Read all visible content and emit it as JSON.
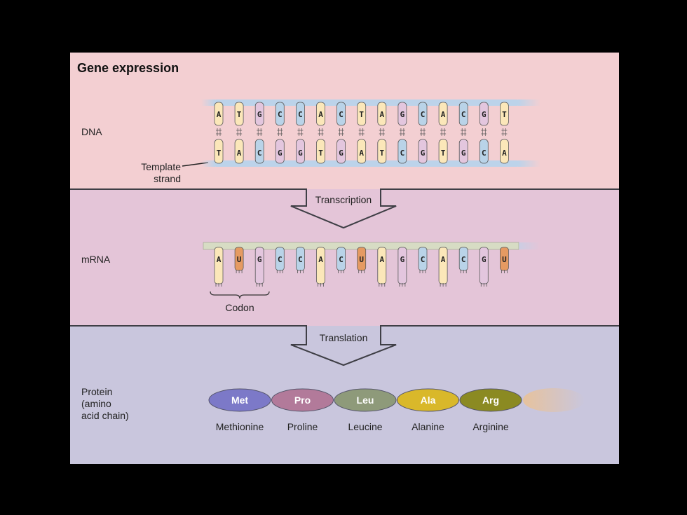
{
  "title": "Gene expression",
  "labels": {
    "dna": "DNA",
    "template_line1": "Template",
    "template_line2": "strand",
    "mrna": "mRNA",
    "codon": "Codon",
    "protein_line1": "Protein",
    "protein_line2": "(amino",
    "protein_line3": "acid chain)"
  },
  "steps": {
    "transcription": "Transcription",
    "translation": "Translation"
  },
  "dna": {
    "top": [
      "A",
      "T",
      "G",
      "C",
      "C",
      "A",
      "C",
      "T",
      "A",
      "G",
      "C",
      "A",
      "C",
      "G",
      "T"
    ],
    "bottom": [
      "T",
      "A",
      "C",
      "G",
      "G",
      "T",
      "G",
      "A",
      "T",
      "C",
      "G",
      "T",
      "G",
      "C",
      "A"
    ]
  },
  "mrna": [
    "A",
    "U",
    "G",
    "C",
    "C",
    "A",
    "C",
    "U",
    "A",
    "G",
    "C",
    "A",
    "C",
    "G",
    "U"
  ],
  "amino_acids": [
    {
      "abbr": "Met",
      "name": "Methionine",
      "color": "#7c79c8"
    },
    {
      "abbr": "Pro",
      "name": "Proline",
      "color": "#b27a9a"
    },
    {
      "abbr": "Leu",
      "name": "Leucine",
      "color": "#8e9a7a"
    },
    {
      "abbr": "Ala",
      "name": "Alanine",
      "color": "#d9b82a"
    },
    {
      "abbr": "Arg",
      "name": "Arginine",
      "color": "#8b8a22"
    }
  ],
  "colors": {
    "panel_dna": "#f3cfd2",
    "panel_mrna": "#e4c5d8",
    "panel_protein": "#c9c6dd",
    "base_A": "#fbe7b9",
    "base_T": "#fbe7b9",
    "base_U": "#e59a62",
    "base_G": "#e3c6de",
    "base_C": "#b9d3e8",
    "backbone": "#bcd3ea"
  }
}
